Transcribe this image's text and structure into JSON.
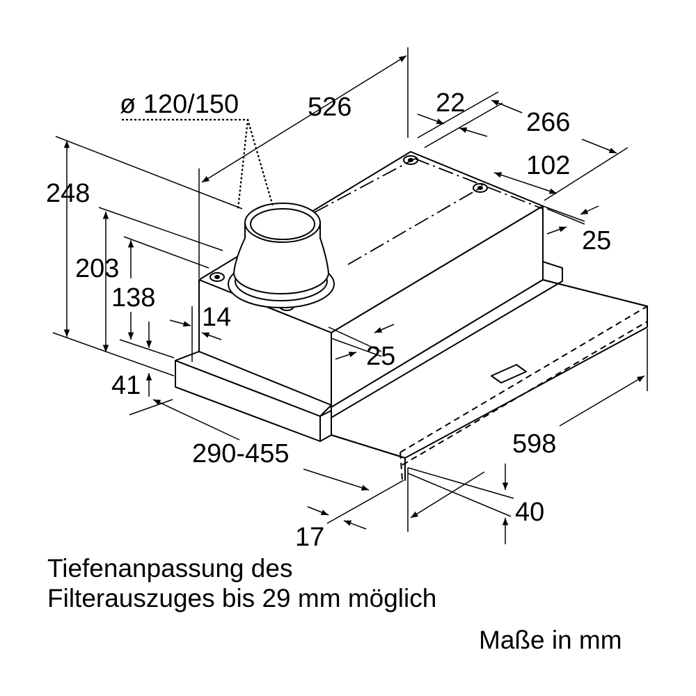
{
  "dimensions": {
    "duct_diameter": "ø 120/150",
    "width_top": "526",
    "offset_22": "22",
    "depth_266": "266",
    "offset_102": "102",
    "offset_25_right": "25",
    "height_248": "248",
    "height_203": "203",
    "height_138": "138",
    "offset_14": "14",
    "offset_25_front": "25",
    "height_41": "41",
    "depth_range": "290-455",
    "width_598": "598",
    "height_40": "40",
    "offset_17": "17"
  },
  "notes": {
    "line1": "Tiefenanpassung des",
    "line2": "Filterauszuges bis 29 mm möglich",
    "units": "Maße in mm"
  }
}
